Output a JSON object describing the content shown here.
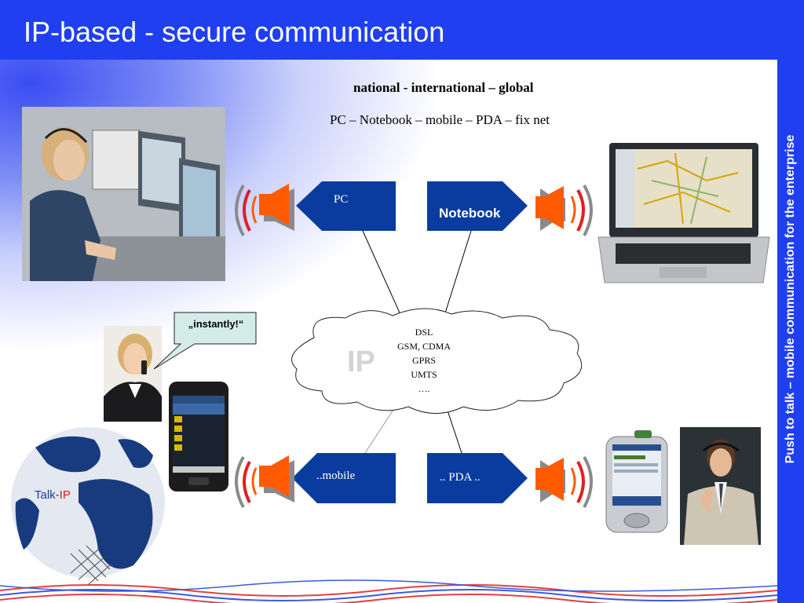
{
  "slide": {
    "title": "IP-based - secure communication",
    "tagline": "Push to talk – mobile communication for the enterprise",
    "heading": "national - international – global",
    "devices_line": "PC – Notebook – mobile  – PDA – fix net"
  },
  "nodes": {
    "pc": "PC",
    "notebook": "Notebook",
    "mobile": "..mobile",
    "pda": ".. PDA .."
  },
  "cloud": {
    "label": "IP",
    "networks": [
      "DSL",
      "GSM, CDMA",
      "GPRS",
      "UMTS",
      "…."
    ]
  },
  "bubble": {
    "text": "„instantly!“"
  },
  "logo": {
    "prefix": "Talk-",
    "highlight": "IP"
  },
  "colors": {
    "title_bar": "#1f3ff0",
    "node_fill": "#0a3ca0",
    "speaker_orange": "#ff5a00",
    "speaker_gray": "#8a8a8a",
    "bubble_fill": "#d4ece8"
  }
}
